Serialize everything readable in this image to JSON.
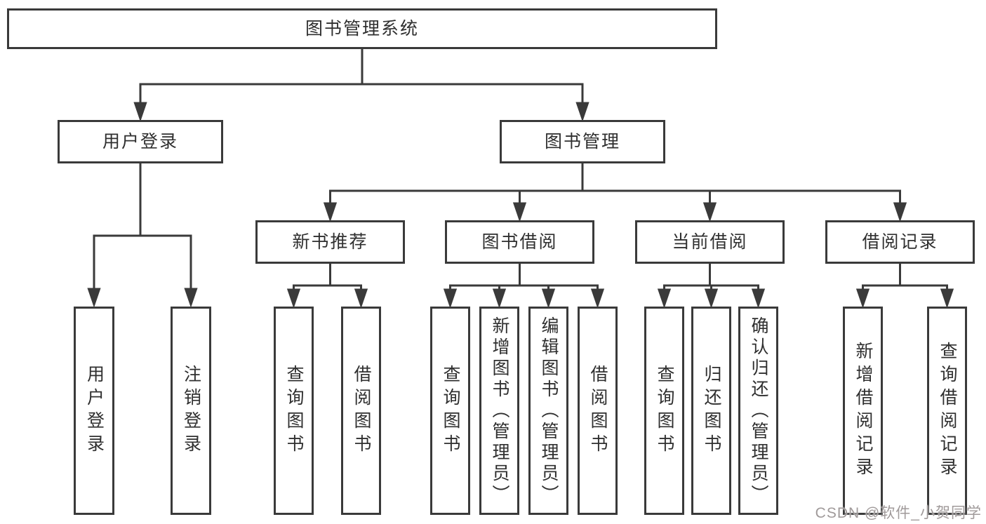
{
  "nodes": {
    "root": "图书管理系统",
    "user_login": "用户登录",
    "book_mgmt": "图书管理",
    "new_book_rec": "新书推荐",
    "book_borrow": "图书借阅",
    "current_borrow": "当前借阅",
    "borrow_records": "借阅记录",
    "leaf_user_login": "用户登录",
    "leaf_logout": "注销登录",
    "rec_query_book": "查询图书",
    "rec_borrow_book": "借阅图书",
    "bb_query_book": "查询图书",
    "bb_add_book": "新增图书（管理员）",
    "bb_edit_book": "编辑图书（管理员）",
    "bb_borrow_book": "借阅图书",
    "cb_query_book": "查询图书",
    "cb_return_book": "归还图书",
    "cb_confirm_return": "确认归还（管理员）",
    "br_add_record": "新增借阅记录",
    "br_query_record": "查询借阅记录"
  },
  "hierarchy": {
    "图书管理系统": {
      "用户登录": [
        "用户登录",
        "注销登录"
      ],
      "图书管理": {
        "新书推荐": [
          "查询图书",
          "借阅图书"
        ],
        "图书借阅": [
          "查询图书",
          "新增图书（管理员）",
          "编辑图书（管理员）",
          "借阅图书"
        ],
        "当前借阅": [
          "查询图书",
          "归还图书",
          "确认归还（管理员）"
        ],
        "借阅记录": [
          "新增借阅记录",
          "查询借阅记录"
        ]
      }
    }
  },
  "colors": {
    "line": "#3a3a3a",
    "box_border": "#3a3a3a",
    "box_fill": "#ffffff",
    "text": "#2f2f2f",
    "watermark": "#a09a9a"
  },
  "watermark": {
    "text": "CSDN @软件_小贺同学"
  }
}
